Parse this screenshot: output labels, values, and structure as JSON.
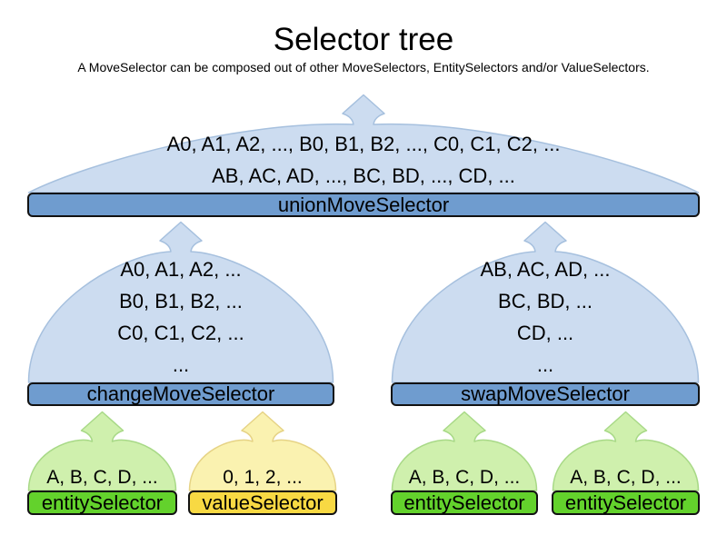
{
  "title": "Selector tree",
  "subtitle": "A MoveSelector can be composed out of other MoveSelectors, EntitySelectors and/or ValueSelectors.",
  "colors": {
    "blue_fill": "#ccdcf0",
    "blue_border": "#a6c0de",
    "blue_bar": "#6f9ccf",
    "green_fill": "#cff0ad",
    "green_border": "#a8d987",
    "green_bar": "#63d22c",
    "yellow_fill": "#faf2b0",
    "yellow_border": "#e6d385",
    "yellow_bar": "#f8d943",
    "bar_border": "#121212",
    "text": "#000000"
  },
  "nodes": [
    {
      "id": "unionMoveSelector",
      "label": "unionMoveSelector",
      "color": "blue",
      "lines": [
        "A0, A1, A2, ..., B0, B1, B2, ..., C0, C1, C2, ...",
        "AB, AC, AD, ..., BC, BD, ..., CD, ..."
      ]
    },
    {
      "id": "changeMoveSelector",
      "label": "changeMoveSelector",
      "color": "blue",
      "lines": [
        "A0, A1, A2, ...",
        "B0, B1, B2, ...",
        "C0, C1, C2, ...",
        "..."
      ]
    },
    {
      "id": "swapMoveSelector",
      "label": "swapMoveSelector",
      "color": "blue",
      "lines": [
        "AB, AC, AD, ...",
        "BC, BD, ...",
        "CD, ...",
        "..."
      ]
    },
    {
      "id": "entitySelector1",
      "label": "entitySelector",
      "color": "green",
      "lines": [
        "A, B, C, D, ..."
      ]
    },
    {
      "id": "valueSelector1",
      "label": "valueSelector",
      "color": "yellow",
      "lines": [
        "0, 1, 2, ..."
      ]
    },
    {
      "id": "entitySelector2",
      "label": "entitySelector",
      "color": "green",
      "lines": [
        "A, B, C, D, ..."
      ]
    },
    {
      "id": "entitySelector3",
      "label": "entitySelector",
      "color": "green",
      "lines": [
        "A, B, C, D, ..."
      ]
    }
  ]
}
